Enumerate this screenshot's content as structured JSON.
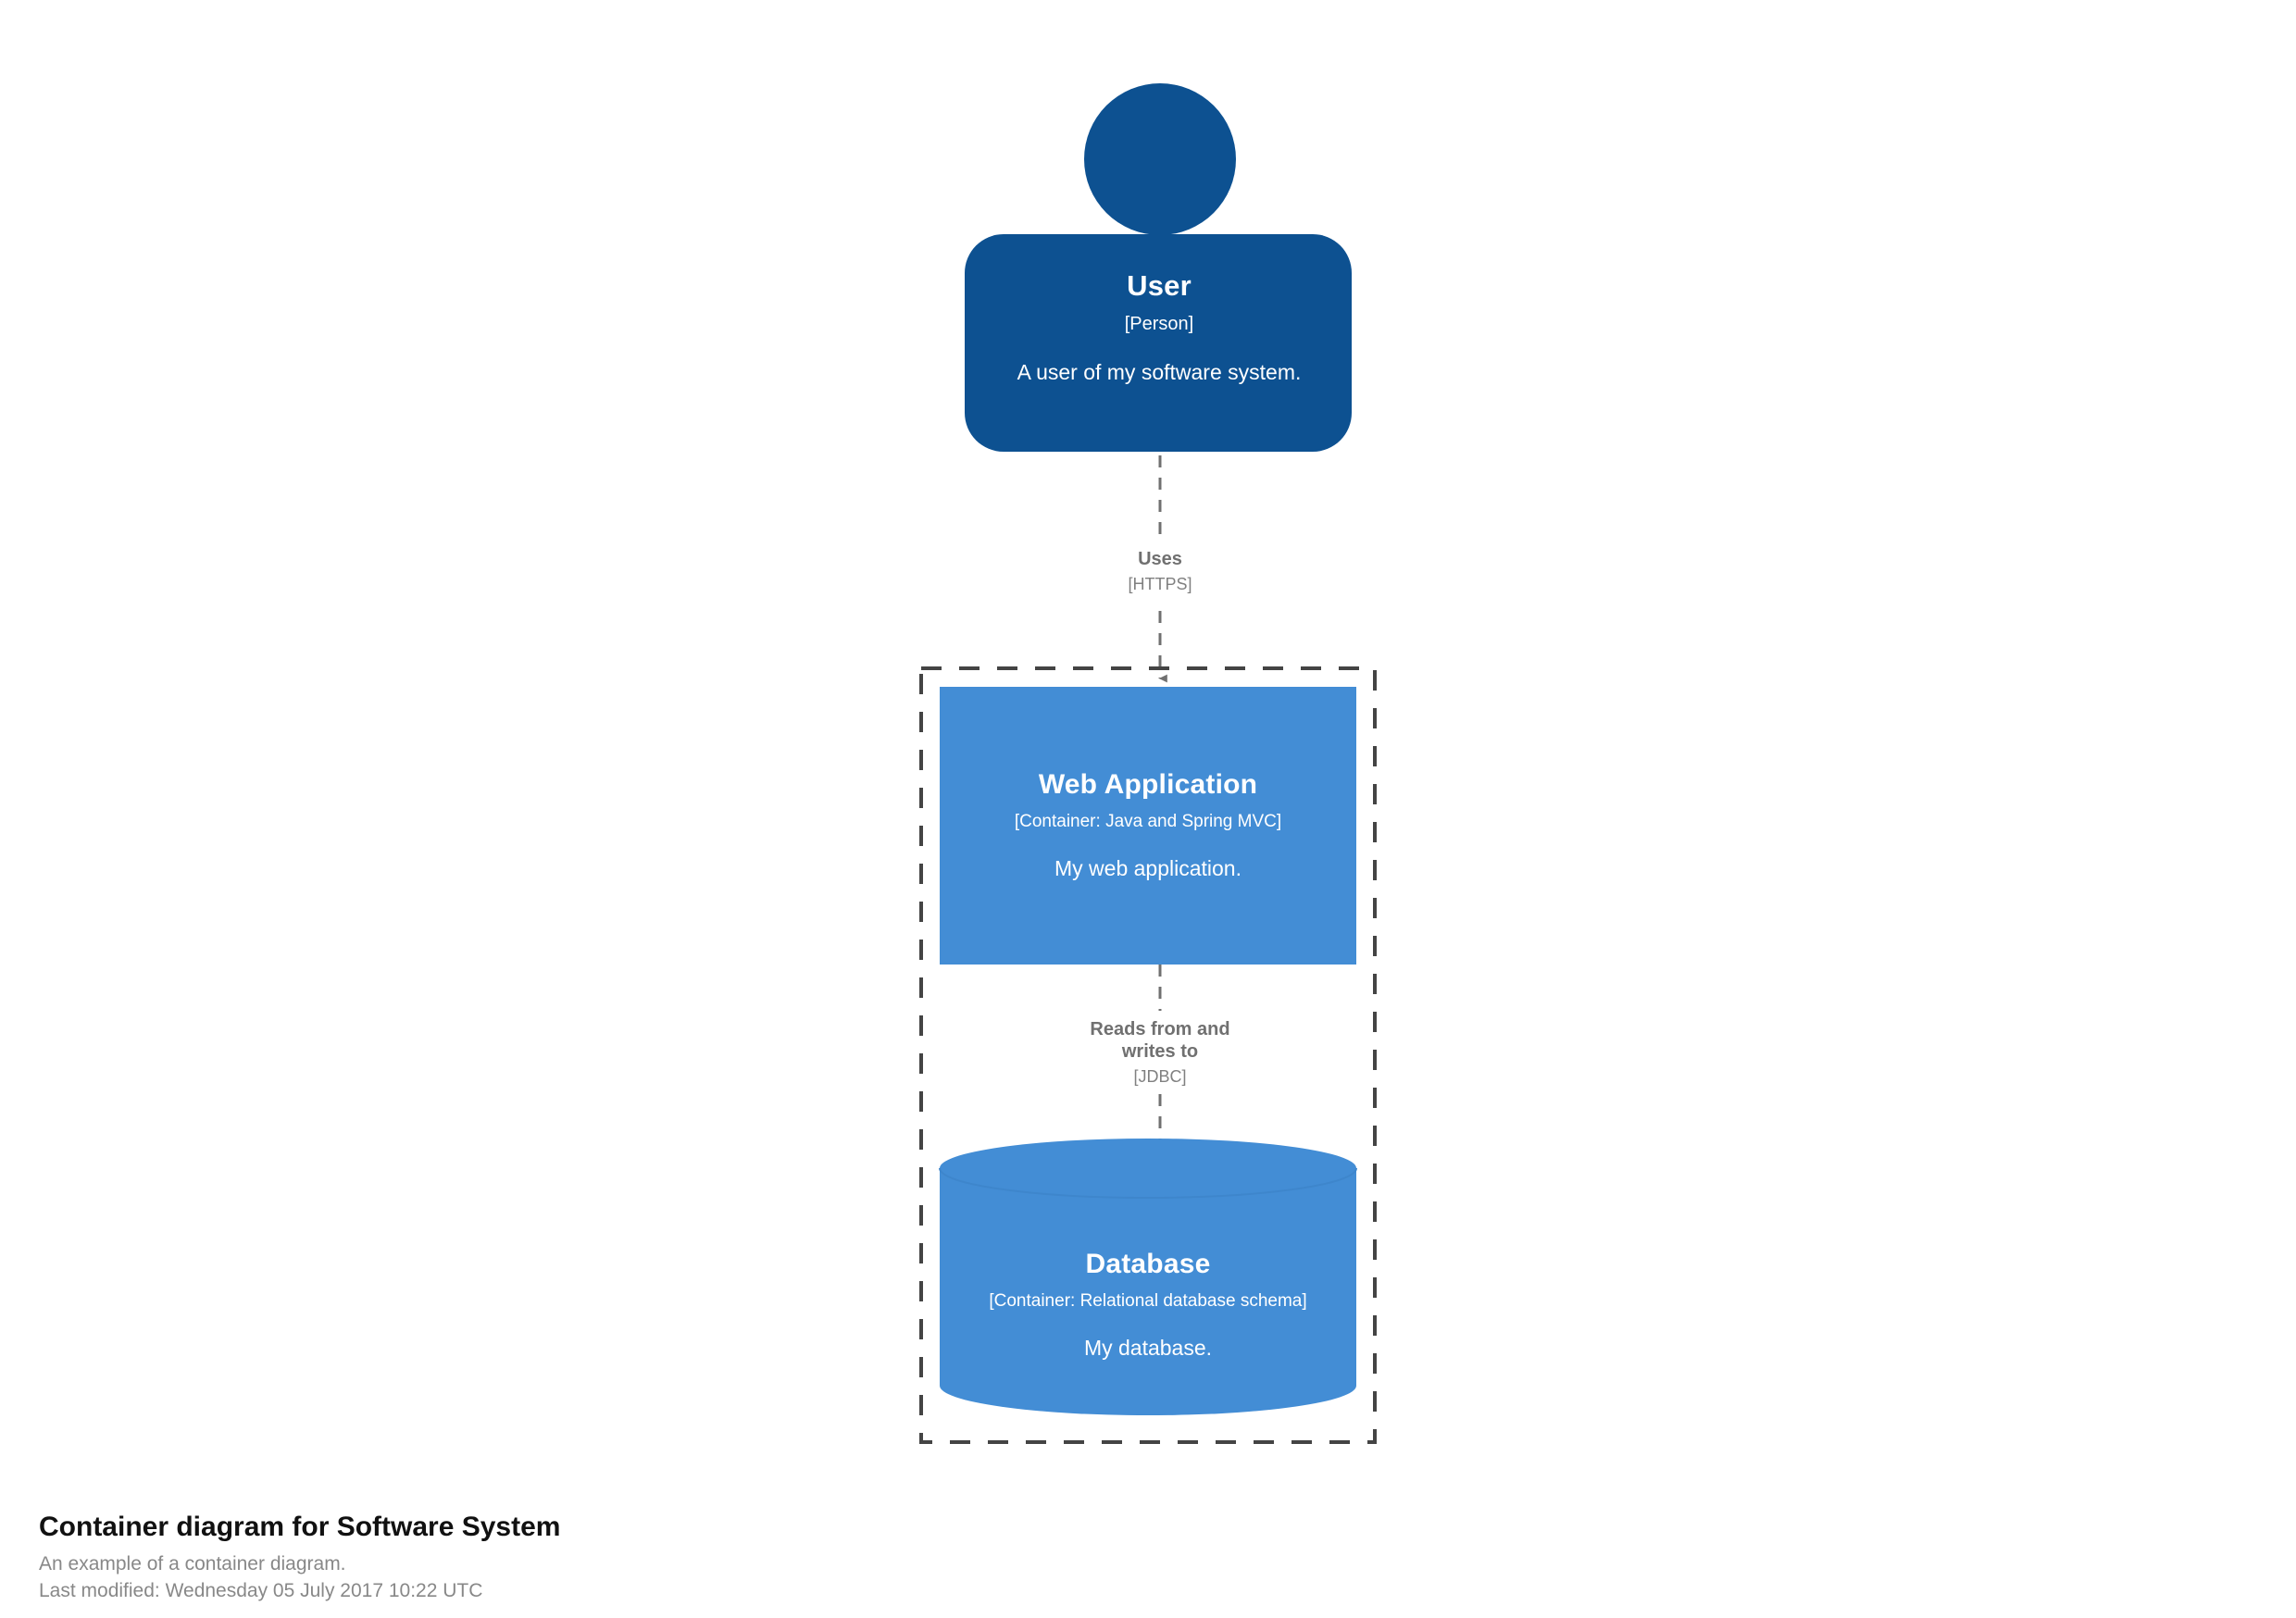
{
  "diagram": {
    "kind": "c4-container-diagram",
    "colors": {
      "person_fill": "#0D5191",
      "person_text": "#ffffff",
      "container_fill": "#438DD5",
      "container_text": "#ffffff",
      "boundary_stroke": "#444444",
      "relationship_stroke": "#707070",
      "relationship_text": "#707070",
      "background": "#ffffff",
      "caption_title": "#111111",
      "caption_sub": "#888888"
    },
    "nodes": [
      {
        "id": "user",
        "shape": "person",
        "title": "User",
        "tech": "[Person]",
        "description": "A user of my software system."
      },
      {
        "id": "web-application",
        "shape": "box",
        "title": "Web Application",
        "tech": "[Container: Java and Spring MVC]",
        "description": "My web application."
      },
      {
        "id": "database",
        "shape": "cylinder",
        "title": "Database",
        "tech": "[Container: Relational database schema]",
        "description": "My database."
      }
    ],
    "boundary": {
      "id": "software-system-boundary",
      "style": "dashed",
      "label": ""
    },
    "relationships": [
      {
        "id": "uses",
        "from": "user",
        "to": "web-application",
        "description": "Uses",
        "technology": "[HTTPS]"
      },
      {
        "id": "reads-writes",
        "from": "web-application",
        "to": "database",
        "description_line1": "Reads from and",
        "description_line2": "writes to",
        "technology": "[JDBC]"
      }
    ]
  },
  "caption": {
    "title": "Container diagram for Software System",
    "subtitle": "An example of a container diagram.",
    "last_modified": "Last modified: Wednesday 05 July 2017 10:22 UTC"
  }
}
